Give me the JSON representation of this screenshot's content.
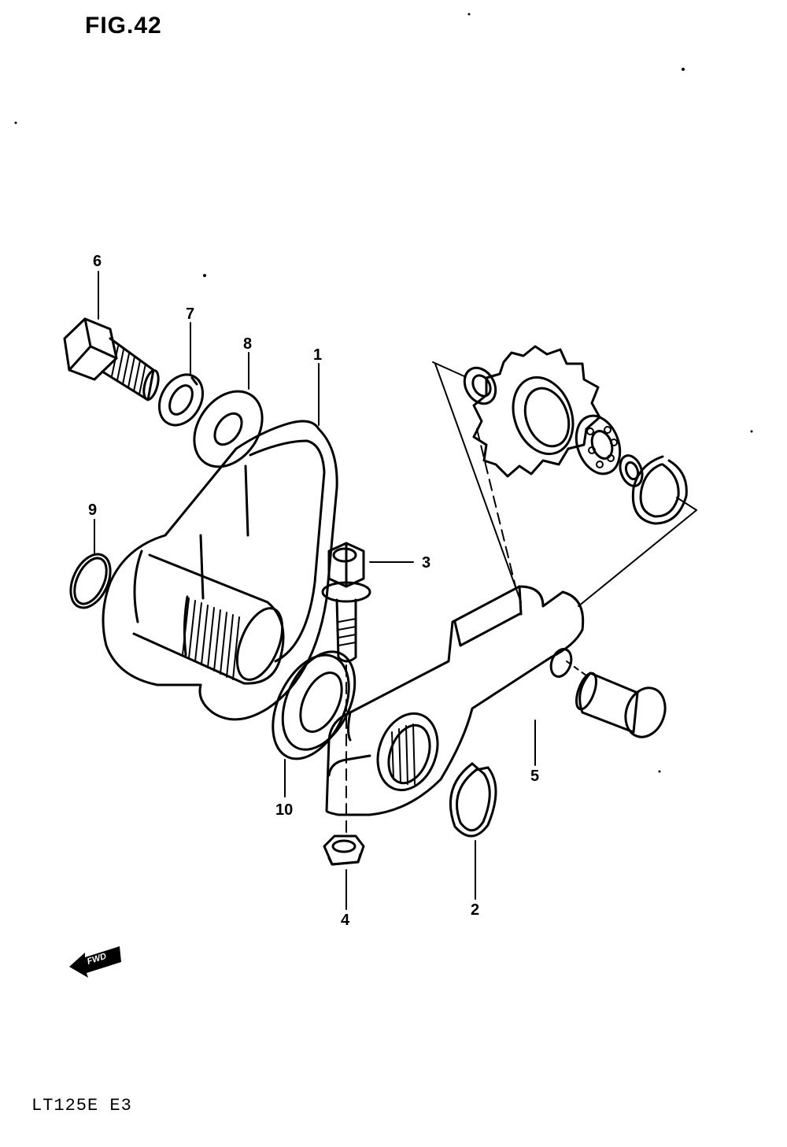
{
  "figure": {
    "title": "FIG.42",
    "model_code": "LT125E  E3"
  },
  "direction_marker": {
    "text": "FWD"
  },
  "callouts": [
    {
      "number": "1"
    },
    {
      "number": "2"
    },
    {
      "number": "3"
    },
    {
      "number": "4"
    },
    {
      "number": "5"
    },
    {
      "number": "6"
    },
    {
      "number": "7"
    },
    {
      "number": "8"
    },
    {
      "number": "9"
    },
    {
      "number": "10"
    }
  ],
  "colors": {
    "ink": "#000000",
    "paper": "#ffffff"
  }
}
